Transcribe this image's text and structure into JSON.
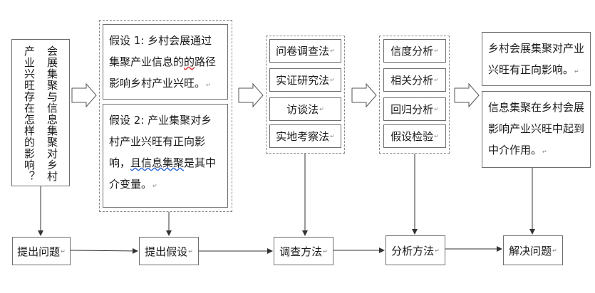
{
  "question": {
    "col1": "会展集聚与信息集聚对乡村",
    "col2": "产业兴旺存在怎样的影响？"
  },
  "hypotheses": {
    "h1": {
      "prefix": "假设 1:",
      "text_a": "乡村会展通过集聚产业信息的",
      "text_b": "的",
      "text_c": "路径影响乡村产业兴旺。"
    },
    "h2": {
      "prefix": "假设 2:",
      "text_a": "产业集聚对乡村产业兴旺有正向影响，",
      "text_b": "且信息集聚",
      "text_c": "是其中介变量。"
    }
  },
  "survey_methods": [
    "问卷调查法",
    "实证研究法",
    "访谈法",
    "实地考察法"
  ],
  "analysis_methods": [
    "信度分析",
    "相关分析",
    "回归分析",
    "假设检验"
  ],
  "conclusions": [
    "乡村会展集聚对产业兴旺有正向影响。",
    "信息集聚在乡村会展影响产业兴旺中起到中介作用。"
  ],
  "flow": [
    "提出问题",
    "提出假设",
    "调查方法",
    "分析方法",
    "解决问题"
  ],
  "colors": {
    "border": "#6f6f6f",
    "dashed": "#8a8a8a",
    "arrow": "#333333"
  }
}
